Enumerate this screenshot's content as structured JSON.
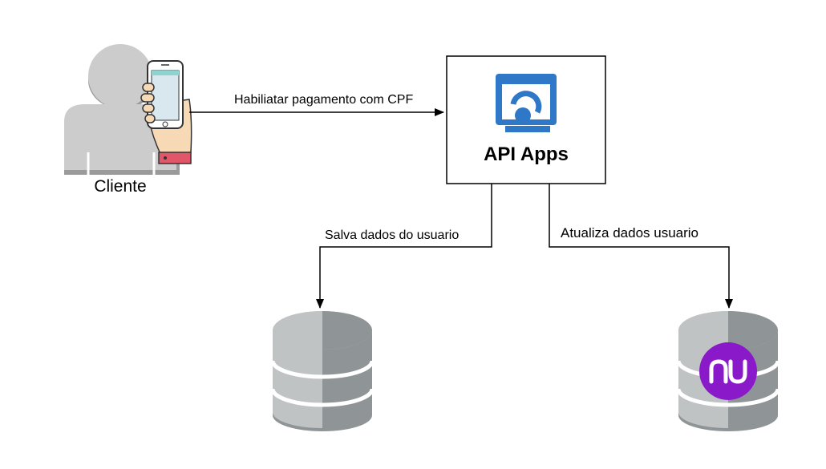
{
  "nodes": {
    "client": {
      "label": "Cliente",
      "icon": "user-with-phone-icon"
    },
    "api": {
      "label": "API Apps",
      "icon": "api-apps-icon",
      "icon_color": "#2f77c7"
    },
    "db_left": {
      "icon": "database-icon"
    },
    "db_right": {
      "icon": "database-icon",
      "badge": "nubank-logo-icon",
      "badge_color": "#8a1ac9",
      "badge_text": "nu"
    }
  },
  "edges": {
    "client_to_api": {
      "label": "Habiliatar pagamento com CPF"
    },
    "api_to_db_left": {
      "label": "Salva dados do usuario"
    },
    "api_to_db_right": {
      "label": "Atualiza dados usuario"
    }
  },
  "colors": {
    "person": "#cccccc",
    "person_shadow": "#9a9a9a",
    "db_light": "#bfc3c4",
    "db_dark": "#8f9596",
    "phone_screen": "#d8e8ee",
    "hand": "#f7d9b5",
    "cuff": "#e2566a"
  }
}
